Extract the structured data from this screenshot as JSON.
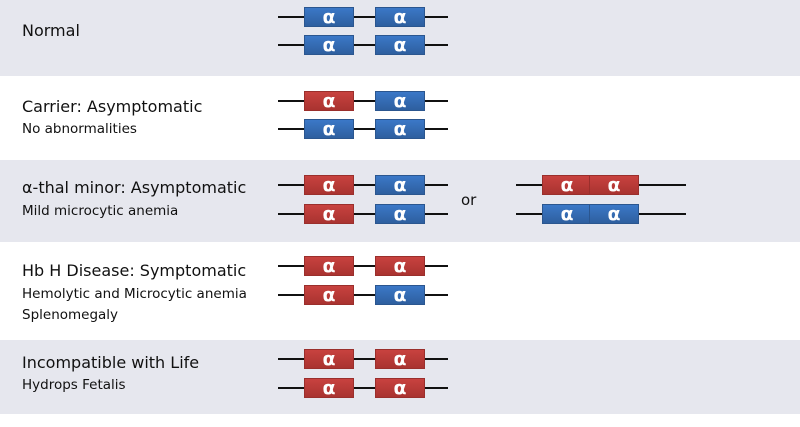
{
  "gene_symbol": "α",
  "colors": {
    "present": "#2e64b0",
    "deleted": "#bc3a37",
    "band": "#e6e7ee"
  },
  "rows": [
    {
      "title": "Normal",
      "subtitles": [],
      "chromosomes": [
        [
          "present",
          "present"
        ],
        [
          "present",
          "present"
        ]
      ]
    },
    {
      "title": "Carrier: Asymptomatic",
      "subtitles": [
        "No abnormalities"
      ],
      "chromosomes": [
        [
          "deleted",
          "present"
        ],
        [
          "present",
          "present"
        ]
      ]
    },
    {
      "title": "α-thal minor: Asymptomatic",
      "subtitles": [
        "Mild microcytic anemia"
      ],
      "chromosomes": [
        [
          "deleted",
          "present"
        ],
        [
          "deleted",
          "present"
        ]
      ],
      "or_label": "or",
      "alt_chromosomes": [
        [
          "deleted",
          "deleted"
        ],
        [
          "present",
          "present"
        ]
      ]
    },
    {
      "title": "Hb H Disease: Symptomatic",
      "subtitles": [
        "Hemolytic and Microcytic anemia",
        "Splenomegaly"
      ],
      "chromosomes": [
        [
          "deleted",
          "deleted"
        ],
        [
          "deleted",
          "present"
        ]
      ]
    },
    {
      "title": "Incompatible with Life",
      "subtitles": [
        "Hydrops Fetalis"
      ],
      "chromosomes": [
        [
          "deleted",
          "deleted"
        ],
        [
          "deleted",
          "deleted"
        ]
      ]
    }
  ]
}
